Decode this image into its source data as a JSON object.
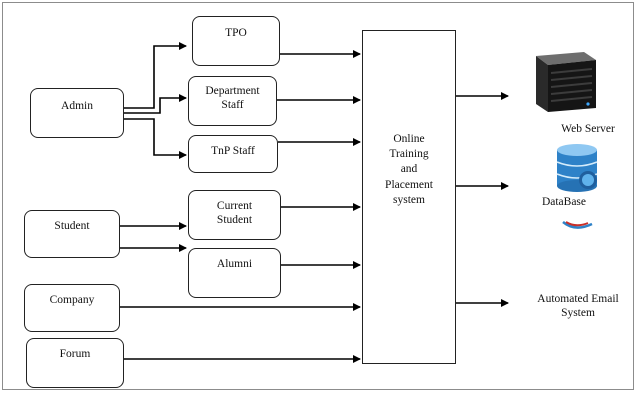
{
  "nodes": {
    "admin": "Admin",
    "student": "Student",
    "company": "Company",
    "forum": "Forum",
    "tpo": "TPO",
    "department_staff": [
      "Department",
      "Staff"
    ],
    "tnp_staff": "TnP Staff",
    "current_student": [
      "Current",
      "Student"
    ],
    "alumni": "Alumni",
    "central": [
      "Online",
      "Training",
      "and",
      "Placement",
      "system"
    ]
  },
  "outputs": {
    "web_server": "Web Server",
    "database": "DataBase",
    "email": [
      "Automated Email",
      "System"
    ]
  },
  "icons": {
    "web_server": "server-rack-icon",
    "database": "database-cylinder-icon"
  }
}
